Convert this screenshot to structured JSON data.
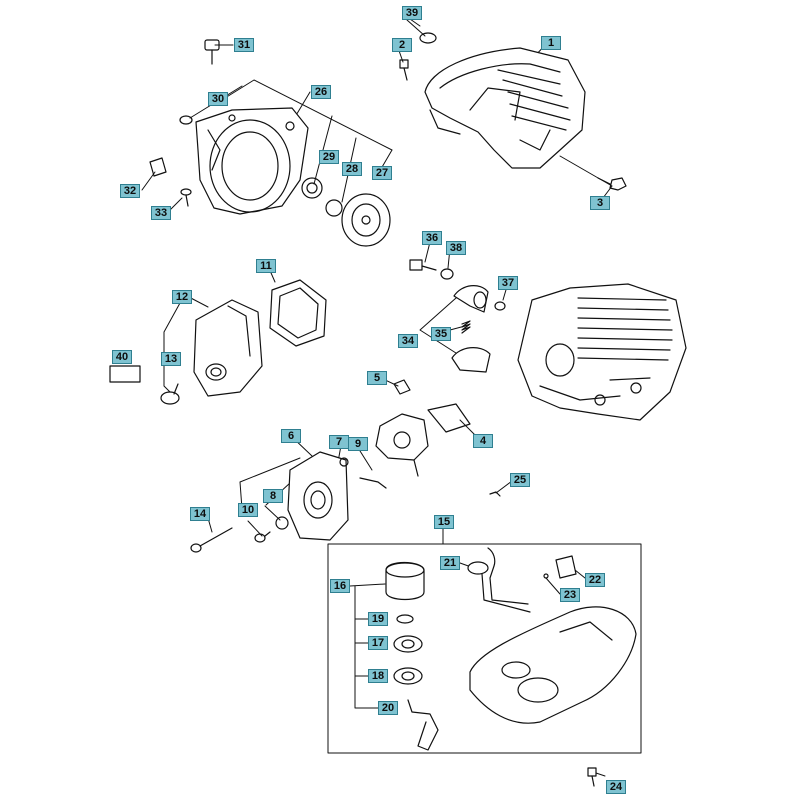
{
  "diagram": {
    "style": "exploded parts diagram",
    "callout_color": "#7fc3d1",
    "callout_border_color": "#2f7f90",
    "line_color": "#111111",
    "parts": [
      "1",
      "2",
      "3",
      "4",
      "5",
      "6",
      "7",
      "8",
      "9",
      "10",
      "11",
      "12",
      "13",
      "14",
      "15",
      "16",
      "17",
      "18",
      "19",
      "20",
      "21",
      "22",
      "23",
      "24",
      "25",
      "26",
      "27",
      "28",
      "29",
      "30",
      "31",
      "32",
      "33",
      "34",
      "35",
      "36",
      "37",
      "38",
      "39",
      "40"
    ]
  }
}
